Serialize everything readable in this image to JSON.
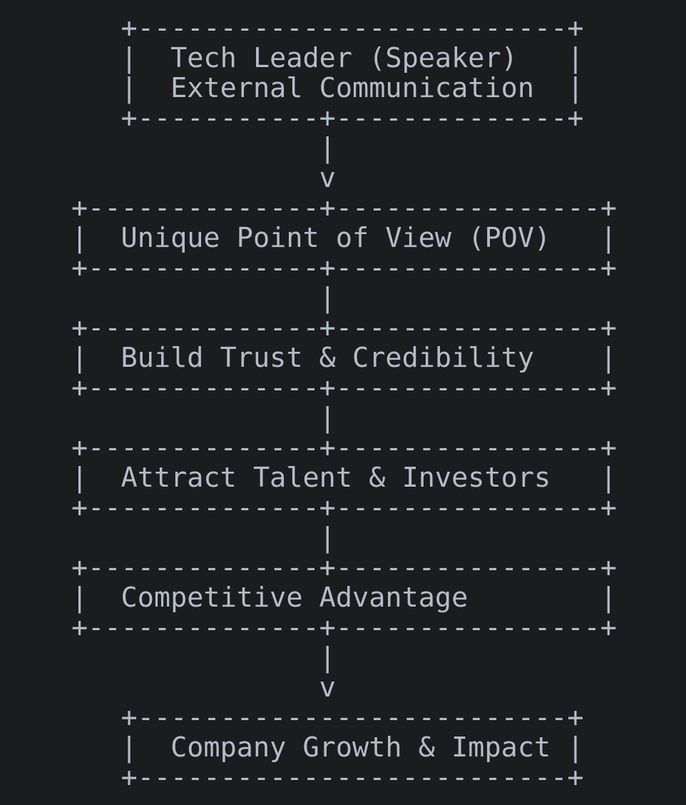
{
  "page": {
    "background_color": "#1b1c1e",
    "text_color": "#b4bcc8"
  },
  "diagram": {
    "type": "ascii-flowchart",
    "nodes": [
      {
        "id": "tech-leader",
        "label_lines": [
          "Tech Leader (Speaker)",
          "External Communication"
        ]
      },
      {
        "id": "unique-pov",
        "label_lines": [
          "Unique Point of View (POV)"
        ]
      },
      {
        "id": "build-trust",
        "label_lines": [
          "Build Trust & Credibility"
        ]
      },
      {
        "id": "attract-talent",
        "label_lines": [
          "Attract Talent & Investors"
        ]
      },
      {
        "id": "competitive-advantage",
        "label_lines": [
          "Competitive Advantage"
        ]
      },
      {
        "id": "company-growth",
        "label_lines": [
          "Company Growth & Impact"
        ]
      }
    ],
    "edges": [
      {
        "from": "tech-leader",
        "to": "unique-pov",
        "style": "arrow-down"
      },
      {
        "from": "unique-pov",
        "to": "build-trust",
        "style": "line-down"
      },
      {
        "from": "build-trust",
        "to": "attract-talent",
        "style": "line-down"
      },
      {
        "from": "attract-talent",
        "to": "competitive-advantage",
        "style": "line-down"
      },
      {
        "from": "competitive-advantage",
        "to": "company-growth",
        "style": "arrow-down"
      }
    ],
    "connector_chars": {
      "vertical": "|",
      "arrowhead": "v",
      "corner": "+",
      "horizontal": "-"
    },
    "lines": [
      "   +--------------------------+",
      "   |  Tech Leader (Speaker)   |",
      "   |  External Communication  |",
      "   +-----------+--------------+",
      "               |",
      "               v",
      "+--------------+----------------+",
      "|  Unique Point of View (POV)   |",
      "+--------------+----------------+",
      "               |",
      "+--------------+----------------+",
      "|  Build Trust & Credibility    |",
      "+--------------+----------------+",
      "               |",
      "+--------------+----------------+",
      "|  Attract Talent & Investors   |",
      "+--------------+----------------+",
      "               |",
      "+--------------+----------------+",
      "|  Competitive Advantage        |",
      "+--------------+----------------+",
      "               |",
      "               v",
      "   +--------------------------+",
      "   |  Company Growth & Impact |",
      "   +--------------------------+"
    ]
  }
}
